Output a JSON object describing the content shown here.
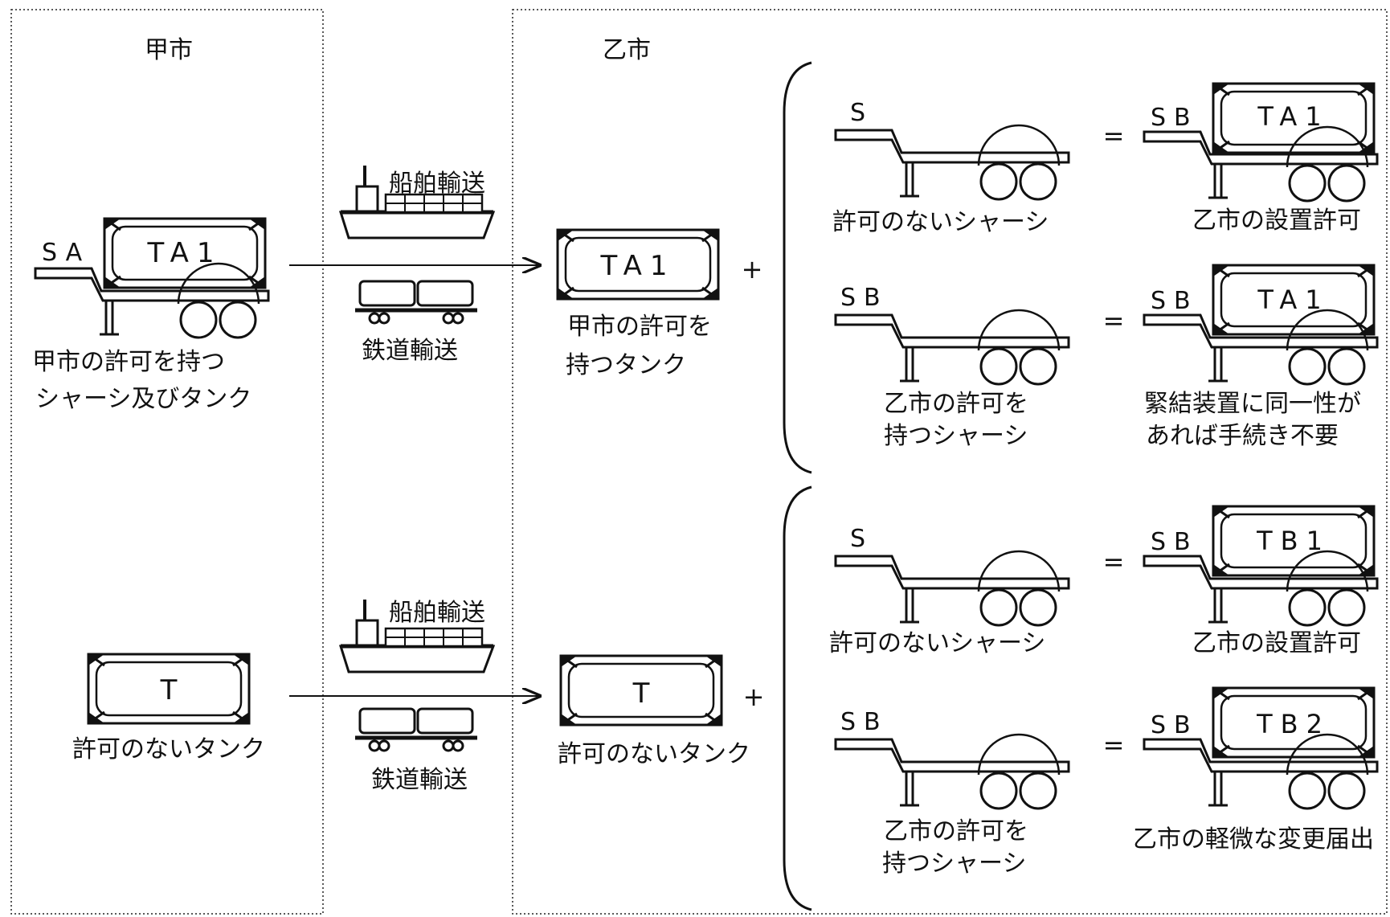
{
  "regions": {
    "left": "甲市",
    "right": "乙市"
  },
  "transport": {
    "ship": "船舶輸送",
    "rail": "鉄道輸送"
  },
  "plus": "+",
  "equals": "=",
  "top": {
    "origin": {
      "chassis_code": "SA",
      "tank_code": "TA1",
      "caption_line1": "甲市の許可を持つ",
      "caption_line2": "シャーシ及びタンク"
    },
    "arrived": {
      "tank_code": "TA1",
      "caption_line1": "甲市の許可を",
      "caption_line2": "持つタンク"
    },
    "case1": {
      "chassis_code": "S",
      "chassis_caption": "許可のないシャーシ",
      "result_chassis_code": "SB",
      "result_tank_code": "TA1",
      "result_caption": "乙市の設置許可"
    },
    "case2": {
      "chassis_code": "SB",
      "chassis_caption_line1": "乙市の許可を",
      "chassis_caption_line2": "持つシャーシ",
      "result_chassis_code": "SB",
      "result_tank_code": "TA1",
      "result_caption_line1": "緊結装置に同一性が",
      "result_caption_line2": "あれば手続き不要"
    }
  },
  "bottom": {
    "origin": {
      "tank_code": "T",
      "caption": "許可のないタンク"
    },
    "arrived": {
      "tank_code": "T",
      "caption": "許可のないタンク"
    },
    "case1": {
      "chassis_code": "S",
      "chassis_caption": "許可のないシャーシ",
      "result_chassis_code": "SB",
      "result_tank_code": "TB1",
      "result_caption": "乙市の設置許可"
    },
    "case2": {
      "chassis_code": "SB",
      "chassis_caption_line1": "乙市の許可を",
      "chassis_caption_line2": "持つシャーシ",
      "result_chassis_code": "SB",
      "result_tank_code": "TB2",
      "result_caption": "乙市の軽微な変更届出"
    }
  }
}
